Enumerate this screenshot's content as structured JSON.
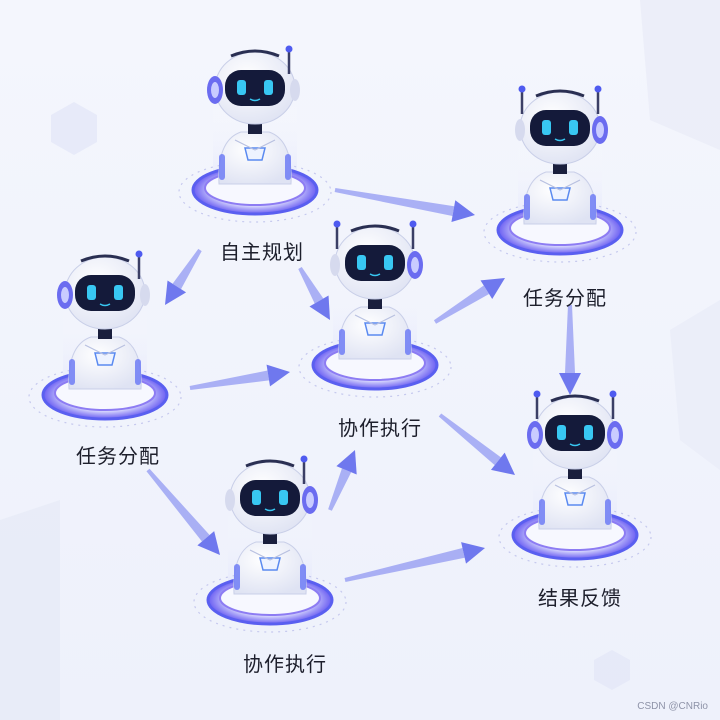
{
  "nodes": [
    {
      "id": "planning",
      "label": "自主规划",
      "ant": 1,
      "ear": "left"
    },
    {
      "id": "assign-right",
      "label": "任务分配",
      "ant": 2,
      "ear": "right"
    },
    {
      "id": "assign-left",
      "label": "任务分配",
      "ant": 1,
      "ear": "left"
    },
    {
      "id": "exec-center",
      "label": "协作执行",
      "ant": 2,
      "ear": "right"
    },
    {
      "id": "exec-bottom",
      "label": "协作执行",
      "ant": 1,
      "ear": "right"
    },
    {
      "id": "feedback",
      "label": "结果反馈",
      "ant": 2,
      "ear": "both"
    }
  ],
  "edges": [
    {
      "from": "planning",
      "to": "assign-right"
    },
    {
      "from": "planning",
      "to": "assign-left"
    },
    {
      "from": "planning",
      "to": "exec-center"
    },
    {
      "from": "assign-left",
      "to": "exec-center"
    },
    {
      "from": "assign-left",
      "to": "exec-bottom"
    },
    {
      "from": "exec-center",
      "to": "assign-right"
    },
    {
      "from": "exec-center",
      "to": "feedback"
    },
    {
      "from": "exec-bottom",
      "to": "exec-center"
    },
    {
      "from": "exec-bottom",
      "to": "feedback"
    },
    {
      "from": "assign-right",
      "to": "feedback"
    }
  ],
  "colors": {
    "arrow": "#6f78ee",
    "ring": "#5a5ff0",
    "ring_glow": "#8d7cf3",
    "robot_body": "#ffffff",
    "visor": "#141a3a",
    "eyes": "#38c7f2",
    "ear": "#6b6cf0"
  },
  "watermark": "CSDN @CNRio"
}
